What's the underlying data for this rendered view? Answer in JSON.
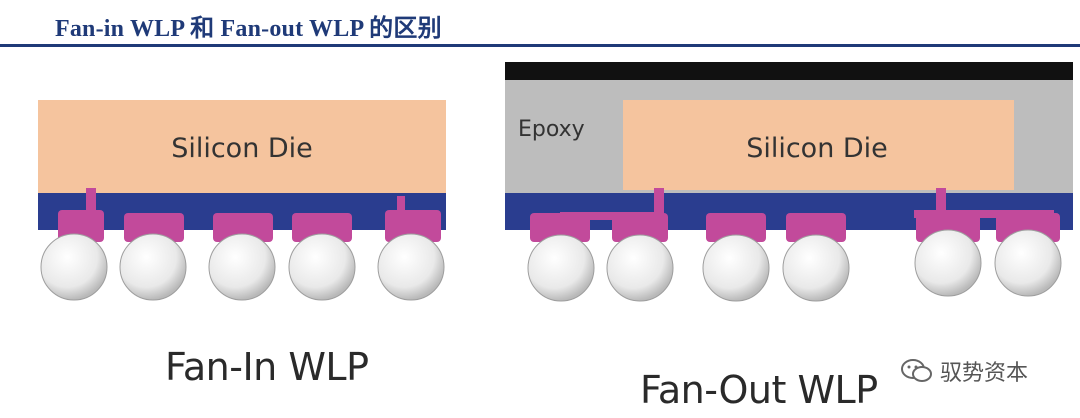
{
  "header": {
    "title": "Fan-in WLP 和 Fan-out WLP 的区别"
  },
  "fan_in": {
    "die_label": "Silicon Die",
    "caption": "Fan-In WLP"
  },
  "fan_out": {
    "die_label": "Silicon Die",
    "epoxy_label": "Epoxy",
    "caption": "Fan-Out WLP"
  },
  "watermark": {
    "text": "驭势资本",
    "icon": "wechat-icon"
  },
  "colors": {
    "title": "#1f3a78",
    "die": "#f5c49e",
    "redistribution_layer": "#2a3d8f",
    "pads": "#c24a9b",
    "epoxy": "#bdbdbd",
    "top_layer": "#111111",
    "solder_ball": "#e6e6e6"
  }
}
